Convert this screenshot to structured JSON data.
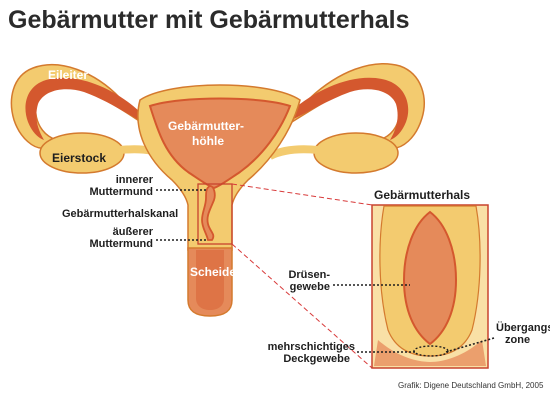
{
  "title": "Gebärmutter mit Gebärmutterhals",
  "labels": {
    "eileiter": "Eileiter",
    "eierstock": "Eierstock",
    "hoehle_1": "Gebärmutter-",
    "hoehle_2": "höhle",
    "innerer_1": "innerer",
    "innerer_2": "Muttermund",
    "halskanal": "Gebärmutterhalskanal",
    "aeusserer_1": "äußerer",
    "aeusserer_2": "Muttermund",
    "scheide": "Scheide"
  },
  "inset": {
    "title": "Gebärmutterhals",
    "druesen_1": "Drüsen-",
    "druesen_2": "gewebe",
    "uebergang_1": "Übergangs-",
    "uebergang_2": "zone",
    "deck_1": "mehrschichtiges",
    "deck_2": "Deckgewebe"
  },
  "credit": "Grafik: Digene Deutschland GmbH, 2005",
  "colors": {
    "tissue": "#f3cb6f",
    "tissue_light": "#f9e0a6",
    "outline": "#d47a2e",
    "lining": "#d4582e",
    "cavity": "#e58a5a",
    "inset_border": "#c8432e",
    "connector": "#d83a3a"
  }
}
